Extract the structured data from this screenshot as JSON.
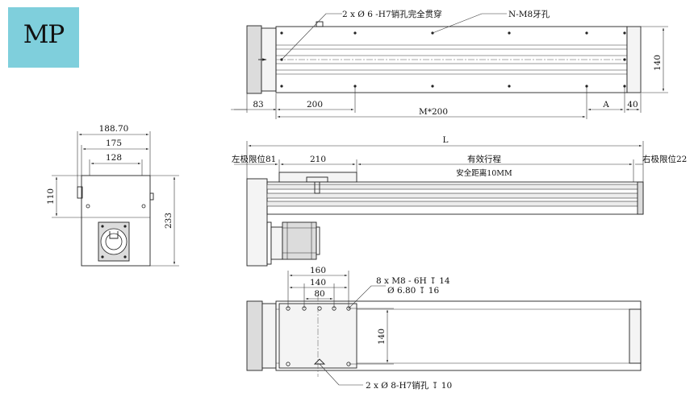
{
  "logo": {
    "text": "MP",
    "color": "#7fcfdc"
  },
  "top_view": {
    "note_pin": "2 x Ø 6 -H7销孔完全贯穿",
    "note_thread": "N-M8牙孔",
    "dim_height": "140",
    "dim_left": "83",
    "dim_pitch": "200",
    "dim_a": "A",
    "dim_right": "40",
    "dim_m": "M*200"
  },
  "end_view": {
    "dim_width_total": "188.70",
    "dim_width_mid": "175",
    "dim_width_inner": "128",
    "dim_height_top": "110",
    "dim_height_total": "233"
  },
  "side_view": {
    "dim_length": "L",
    "limit_left": "左极限位81",
    "dim_slider": "210",
    "stroke_label": "有效行程",
    "safety_label": "安全距离10MM",
    "limit_right": "右极限位22"
  },
  "bottom_view": {
    "dim_160": "160",
    "dim_140_top": "140",
    "dim_80": "80",
    "thread_note_1": "8 x  M8 - 6H ↧ 14",
    "thread_note_2": "Ø 6.80 ↧ 16",
    "dim_140_side": "140",
    "pin_note": "2 x Ø 8-H7销孔 ↧ 10"
  }
}
